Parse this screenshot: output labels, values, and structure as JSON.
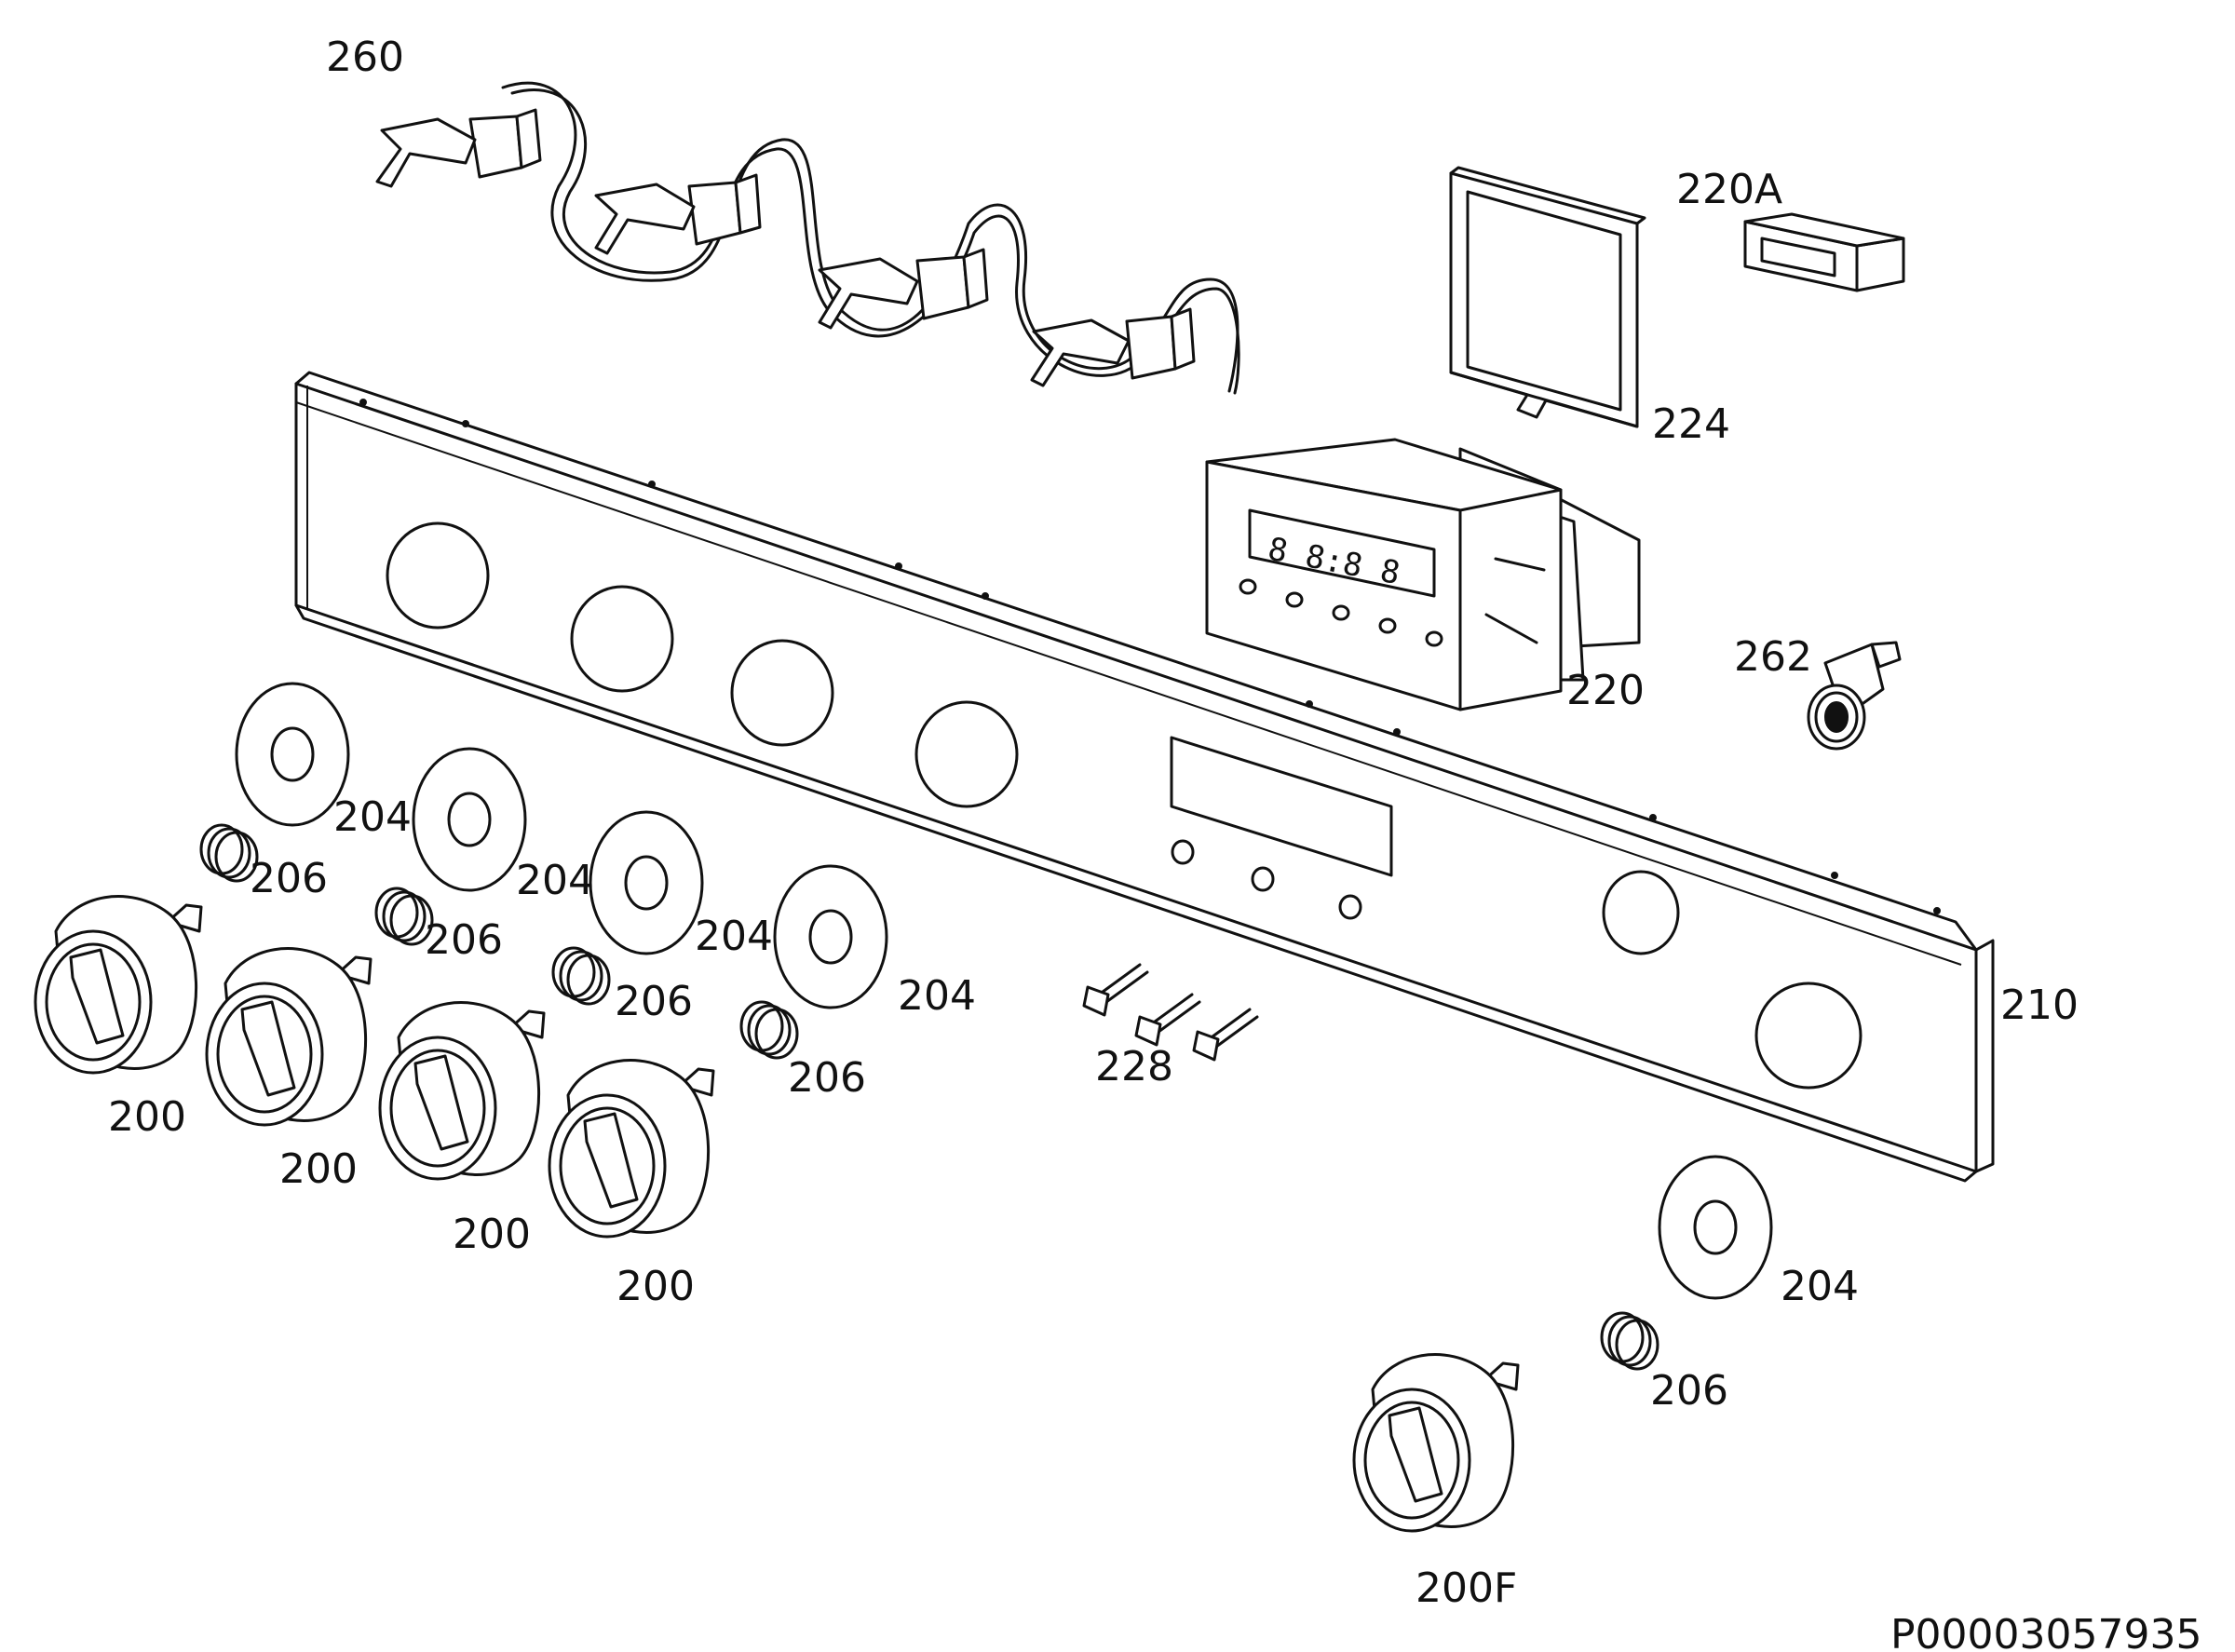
{
  "labels": {
    "p260": "260",
    "p220A": "220A",
    "p224": "224",
    "p220": "220",
    "p262": "262",
    "p210": "210",
    "p228": "228",
    "p204_1": "204",
    "p204_2": "204",
    "p204_3": "204",
    "p204_4": "204",
    "p204_5": "204",
    "p206_1": "206",
    "p206_2": "206",
    "p206_3": "206",
    "p206_4": "206",
    "p206_5": "206",
    "p200_1": "200",
    "p200_2": "200",
    "p200_3": "200",
    "p200_4": "200",
    "p200F": "200F"
  },
  "drawing_code": "P00003057935"
}
